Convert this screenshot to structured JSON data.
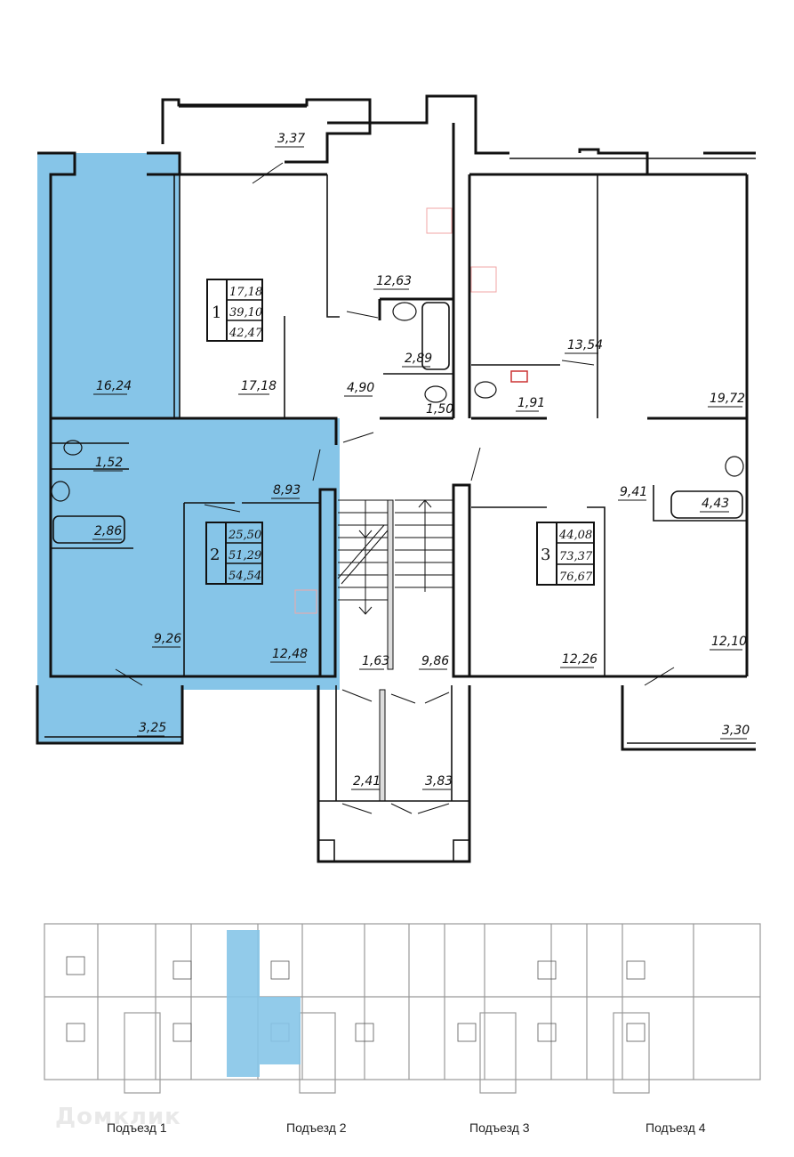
{
  "plan": {
    "highlight_color": "#86c5e8",
    "apartments": [
      {
        "number": "1",
        "living_area": "17,18",
        "total_area": "39,10",
        "total_with_balcony": "42,47"
      },
      {
        "number": "2",
        "living_area": "25,50",
        "total_area": "51,29",
        "total_with_balcony": "54,54",
        "highlighted": true
      },
      {
        "number": "3",
        "living_area": "44,08",
        "total_area": "73,37",
        "total_with_balcony": "76,67"
      }
    ],
    "rooms": {
      "balcony_top": "3,37",
      "kitchen_apt1": "12,63",
      "room_apt1": "17,18",
      "hall_apt1": "4,90",
      "bath_apt1": "2,89",
      "wc_apt1": "1,50",
      "room_apt2_left": "16,24",
      "wc_apt2": "1,52",
      "bath_apt2": "2,86",
      "hall_apt2": "8,93",
      "room_apt2_bottom": "9,26",
      "kitchen_apt2": "12,48",
      "balcony_apt2": "3,25",
      "kitchen_apt3": "13,54",
      "wc_apt3": "1,91",
      "room_apt3_top": "19,72",
      "hall_apt3": "9,41",
      "bath_apt3": "4,43",
      "room_apt3_mid": "12,26",
      "room_apt3_right": "12,10",
      "balcony_apt3": "3,30",
      "stair_small": "1,63",
      "stair_hall": "9,86",
      "vestibule_left": "2,41",
      "vestibule_right": "3,83"
    }
  },
  "overview": {
    "entrances": [
      {
        "label": "Подъезд 1"
      },
      {
        "label": "Подъезд 2"
      },
      {
        "label": "Подъезд 3"
      },
      {
        "label": "Подъезд 4"
      }
    ],
    "watermark": "Домклик"
  }
}
